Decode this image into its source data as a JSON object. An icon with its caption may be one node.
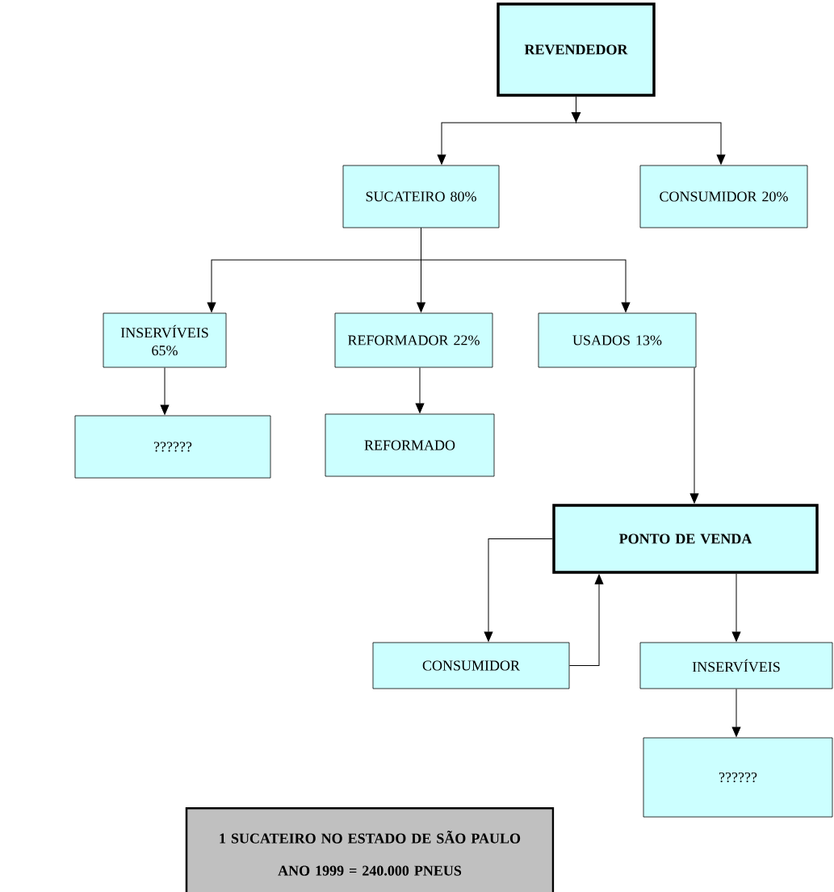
{
  "diagram": {
    "nodes": [
      {
        "text": [
          "REVENDEDOR"
        ]
      },
      {
        "text": [
          "SUCATEIRO 80%"
        ]
      },
      {
        "text": [
          "CONSUMIDOR 20%"
        ]
      },
      {
        "text": [
          "INSERVÍVEIS 65%"
        ]
      },
      {
        "text": [
          "REFORMADOR 22%"
        ]
      },
      {
        "text": [
          "USADOS 13%"
        ]
      },
      {
        "text": [
          "??????"
        ]
      },
      {
        "text": [
          "REFORMADO"
        ]
      },
      {
        "text": [
          "PONTO DE VENDA"
        ]
      },
      {
        "text": [
          "CONSUMIDOR"
        ]
      },
      {
        "text": [
          "INSERVÍVEIS"
        ]
      },
      {
        "text": [
          "??????"
        ]
      },
      {
        "text": [
          "1 SUCATEIRO NO ESTADO DE SÃO PAULO",
          "ANO 1999 = 240.000 PNEUS"
        ]
      }
    ],
    "edges": [
      {
        "from": 0,
        "to": 1,
        "arrow": "to"
      },
      {
        "from": 0,
        "to": 2,
        "arrow": "to"
      },
      {
        "from": 1,
        "to": 3,
        "arrow": "to"
      },
      {
        "from": 1,
        "to": 4,
        "arrow": "to"
      },
      {
        "from": 1,
        "to": 5,
        "arrow": "to"
      },
      {
        "from": 3,
        "to": 6,
        "arrow": "to"
      },
      {
        "from": 4,
        "to": 7,
        "arrow": "to"
      },
      {
        "from": 5,
        "to": 8,
        "arrow": "to"
      },
      {
        "from": 8,
        "to": 9,
        "arrow": "to"
      },
      {
        "from": 9,
        "to": 8,
        "arrow": "to"
      },
      {
        "from": 8,
        "to": 10,
        "arrow": "to"
      },
      {
        "from": 10,
        "to": 11,
        "arrow": "to"
      }
    ]
  }
}
